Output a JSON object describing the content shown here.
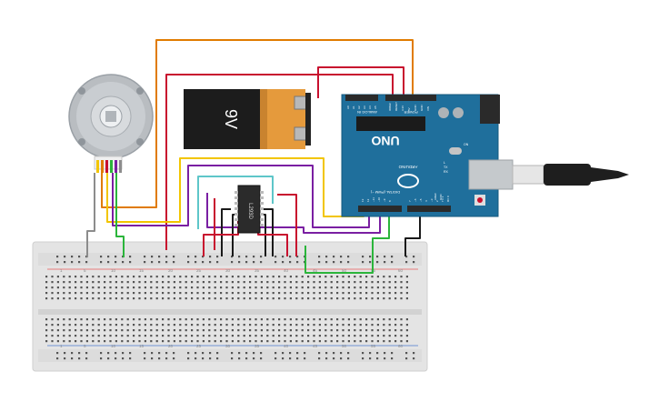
{
  "battery": {
    "label": "9V"
  },
  "ic": {
    "label": "L293D"
  },
  "arduino": {
    "model": "UNO",
    "brand": "ARDUINO",
    "analog_label": "ANALOG IN",
    "power_label": "POWER",
    "digital_label": "DIGITAL (PWM ~)",
    "tx_label": "TX",
    "rx_label": "RX",
    "l_label": "L",
    "on_label": "ON",
    "aref_label": "AREF",
    "gnd_label": "GND",
    "analog_pins": [
      "A0",
      "A1",
      "A2",
      "A3",
      "A4",
      "A5"
    ],
    "power_pins": [
      "IOREF",
      "RESET",
      "3.3V",
      "5V",
      "GND",
      "GND",
      "VIN"
    ],
    "digital_pins": [
      "13",
      "12",
      "~11",
      "~10",
      "~9",
      "8",
      "7",
      "~6",
      "~5",
      "4",
      "~3",
      "2",
      "TX 1",
      "RX 0"
    ]
  },
  "breadboard": {
    "top_numbers": [
      "1",
      "5",
      "10",
      "15",
      "20",
      "25",
      "30",
      "35",
      "40",
      "45",
      "50",
      "55",
      "60"
    ],
    "bottom_numbers": [
      "1",
      "5",
      "10",
      "15",
      "20",
      "25",
      "30",
      "35",
      "40",
      "45",
      "50",
      "55",
      "60"
    ]
  },
  "colors": {
    "wire_orange": "#e07b00",
    "wire_red": "#c8102e",
    "wire_yellow": "#f2c500",
    "wire_purple": "#7a1fa2",
    "wire_green": "#2bb53b",
    "wire_black": "#1a1a1a",
    "wire_cyan": "#5ec6c9",
    "wire_gray": "#8c8c8c",
    "arduino_blue": "#1f6f9c",
    "battery_orange": "#e59a3c"
  }
}
